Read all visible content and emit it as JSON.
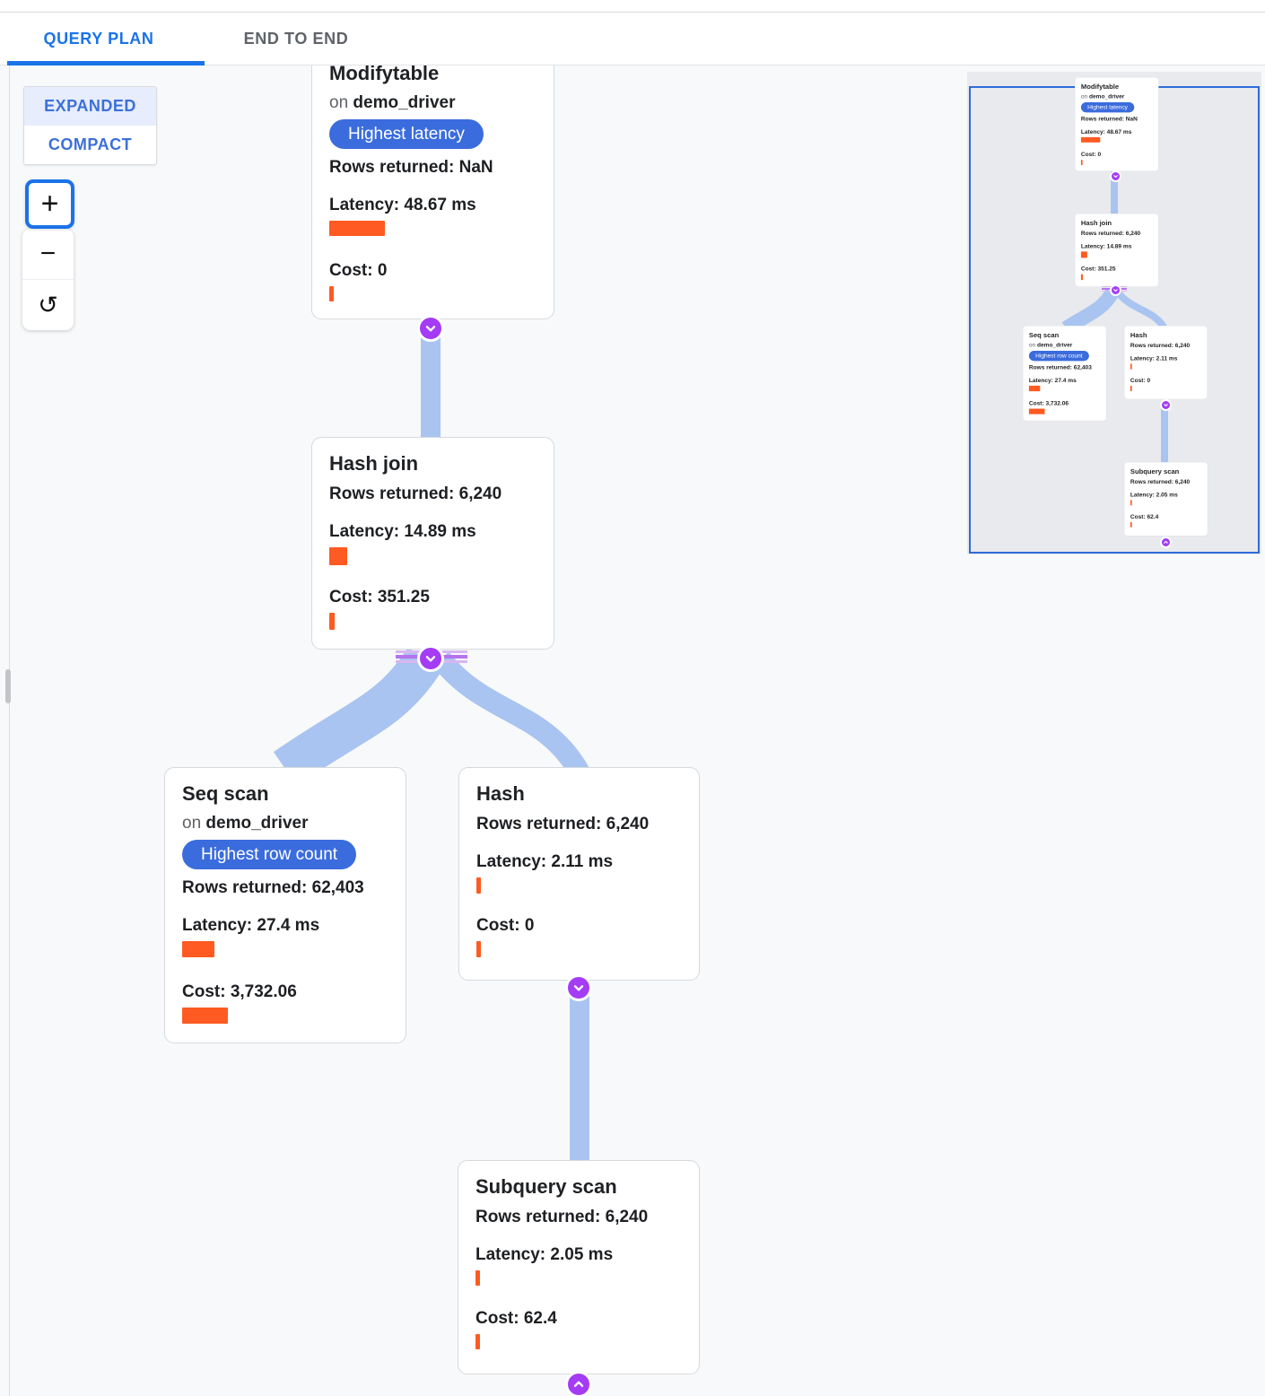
{
  "tabs": [
    {
      "label": "QUERY PLAN",
      "active": true
    },
    {
      "label": "END TO END",
      "active": false
    }
  ],
  "view_toggle": {
    "expanded_label": "EXPANDED",
    "compact_label": "COMPACT",
    "selected": "EXPANDED"
  },
  "zoom_controls": {
    "zoom_in_label": "+",
    "zoom_out_label": "−",
    "reset_label": "↺"
  },
  "colors": {
    "accent_blue": "#1a73e8",
    "badge_blue": "#3b6cdd",
    "bar_orange": "#ff5a22",
    "edge_blue": "#a9c4f0",
    "connector_purple": "#a43bf5",
    "canvas_bg": "#f8f9fa",
    "minimap_bg": "#e8eaee"
  },
  "nodes": [
    {
      "title": "Modifytable",
      "on_prefix": "on",
      "table": "demo_driver",
      "badge": "Highest latency",
      "rows": "Rows returned: NaN",
      "latency": "Latency: 48.67 ms",
      "cost": "Cost: 0"
    },
    {
      "title": "Hash join",
      "rows": "Rows returned: 6,240",
      "latency": "Latency: 14.89 ms",
      "cost": "Cost: 351.25"
    },
    {
      "title": "Seq scan",
      "on_prefix": "on",
      "table": "demo_driver",
      "badge": "Highest row count",
      "rows": "Rows returned: 62,403",
      "latency": "Latency: 27.4 ms",
      "cost": "Cost: 3,732.06"
    },
    {
      "title": "Hash",
      "rows": "Rows returned: 6,240",
      "latency": "Latency: 2.11 ms",
      "cost": "Cost: 0"
    },
    {
      "title": "Subquery scan",
      "rows": "Rows returned: 6,240",
      "latency": "Latency: 2.05 ms",
      "cost": "Cost: 62.4"
    }
  ]
}
